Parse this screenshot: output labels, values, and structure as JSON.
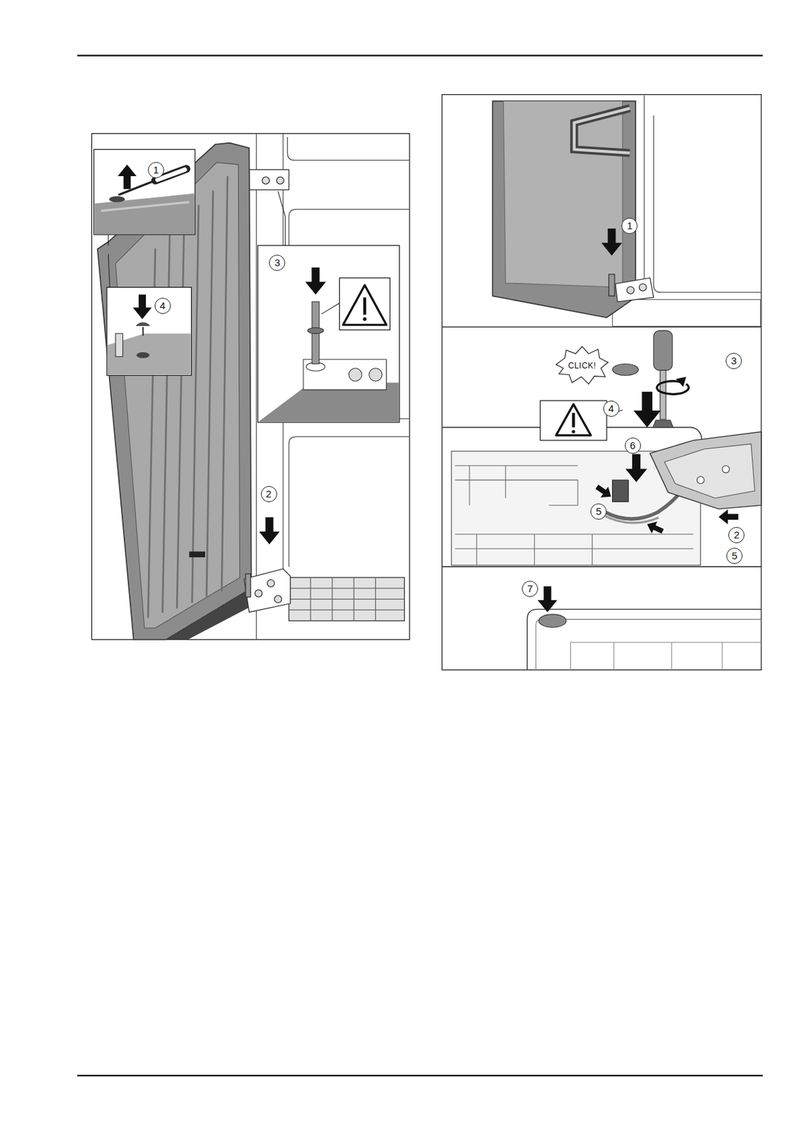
{
  "diagram": {
    "labels": [
      "1",
      "4",
      "3",
      "2",
      "1",
      "CLICK!",
      "3",
      "4",
      "6",
      "5",
      "2",
      "5",
      "7"
    ]
  }
}
